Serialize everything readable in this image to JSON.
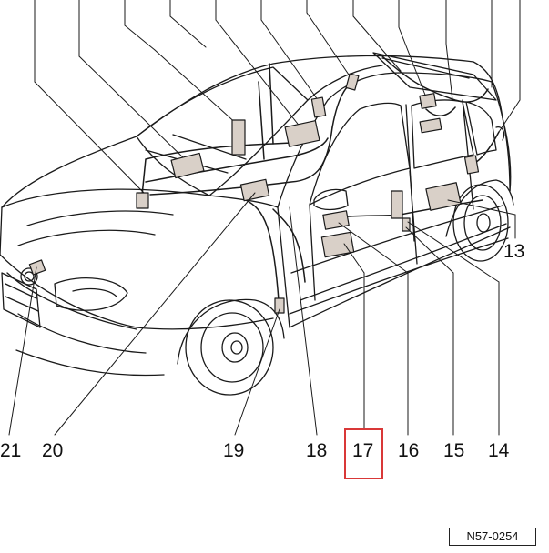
{
  "callouts": {
    "n13": "13",
    "n14": "14",
    "n15": "15",
    "n16": "16",
    "n17": "17",
    "n18": "18",
    "n19": "19",
    "n20": "20",
    "n21": "21"
  },
  "highlighted_callout": "17",
  "figure_ref": "N57-0254",
  "colors": {
    "line": "#1a1a1a",
    "component_fill": "#d9d0c8",
    "highlight": "#d93838"
  }
}
